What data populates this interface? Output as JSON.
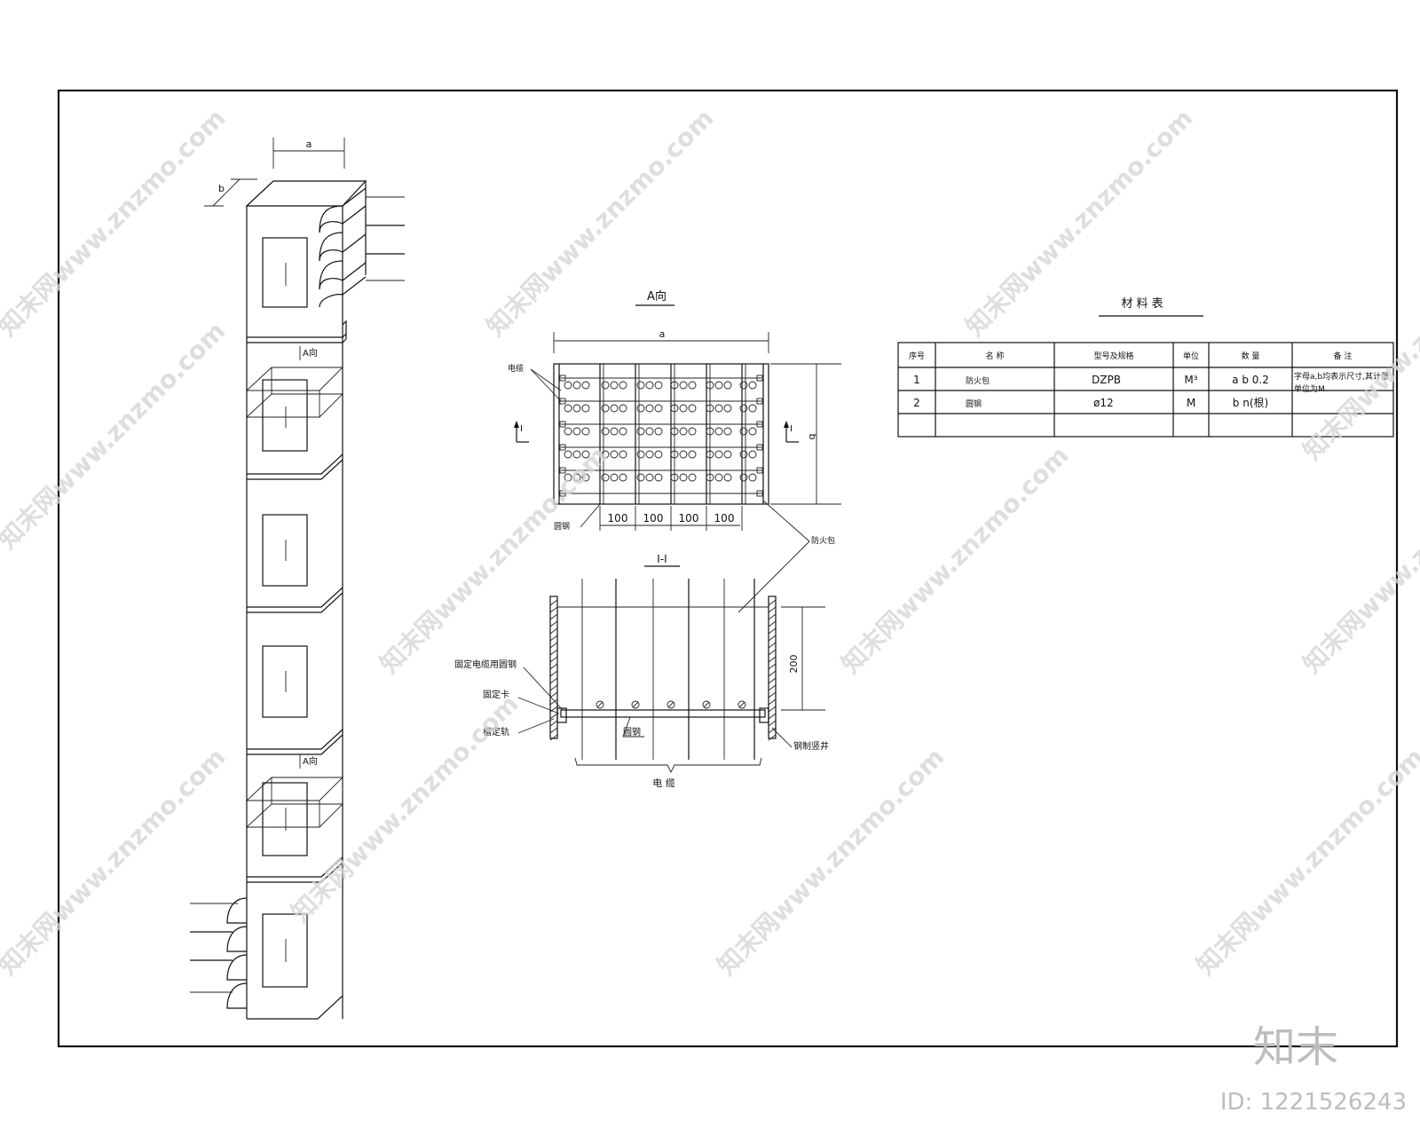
{
  "iso": {
    "dim_a": "a",
    "dim_b": "b",
    "view_a_label_1": "A向",
    "view_a_label_2": "A向",
    "section_mark": "I"
  },
  "view_a": {
    "title": "A向",
    "dim_top": "a",
    "dim_right": "b",
    "callout_cable": "电缆",
    "callout_steel": "圆钢",
    "callout_fire": "防火包",
    "spacing": [
      "100",
      "100",
      "100",
      "100"
    ],
    "section_mark": "I"
  },
  "section": {
    "title": "I-I",
    "dim_200": "200",
    "callout_fix_steel": "固定电缆用圆钢",
    "callout_clip": "固定卡",
    "callout_rail": "槽定轨",
    "callout_round_steel": "圆钢",
    "callout_shaft": "钢制竖井",
    "cable_label": "电 缆"
  },
  "material_table": {
    "title": "材 料 表",
    "headers": [
      "序号",
      "名 称",
      "型号及规格",
      "单位",
      "数 量",
      "备 注"
    ],
    "rows": [
      [
        "1",
        "防火包",
        "DZPB",
        "M³",
        "a b 0.2",
        "字母a,b均表示尺寸,其计量单位为M."
      ],
      [
        "2",
        "圆钢",
        "ø12",
        "M",
        "b n(根)",
        ""
      ],
      [
        "",
        "",
        "",
        "",
        "",
        ""
      ]
    ]
  },
  "watermark": {
    "text": "知末网www.znzmo.com"
  },
  "brand": {
    "logo": "知末",
    "id": "ID: 1221526243"
  }
}
